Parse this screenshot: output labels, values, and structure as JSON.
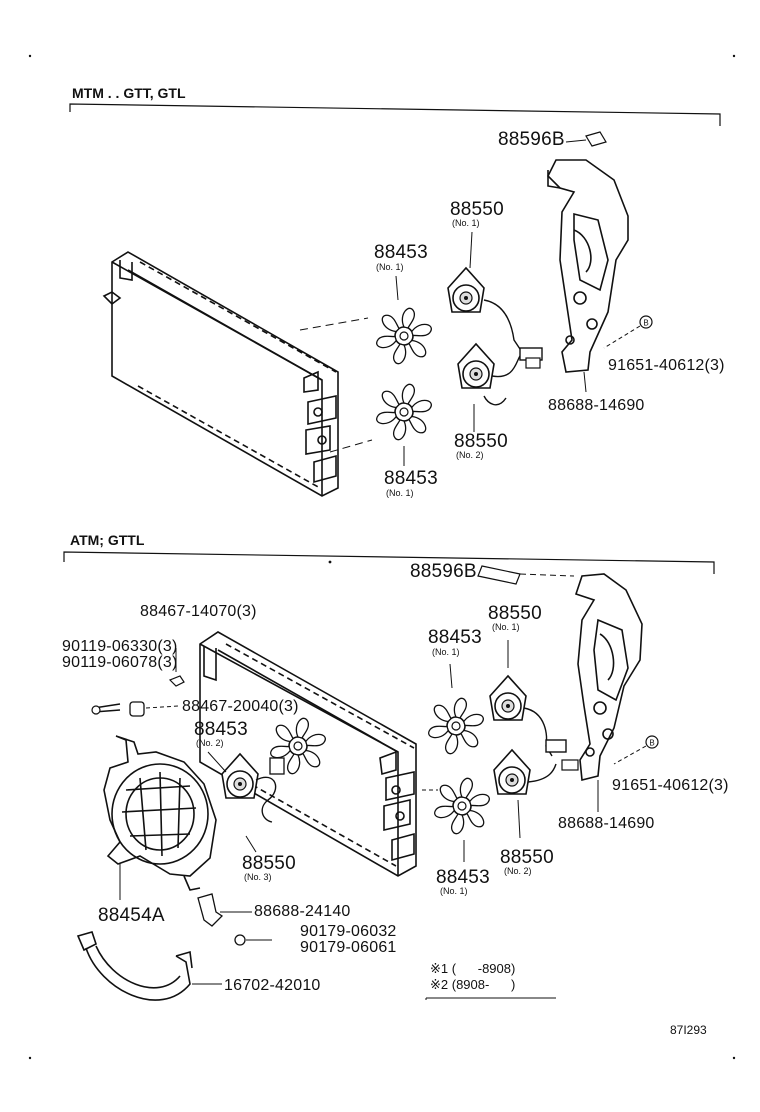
{
  "sections": {
    "top": {
      "header": "MTM . . GTT, GTL",
      "labels": {
        "p88596b": "88596B",
        "p88550_a": "88550",
        "p88550_a_sub": "(No. 1)",
        "p88453_a": "88453",
        "p88453_a_sub": "(No. 1)",
        "p91651": "91651-40612(3)",
        "p88688": "88688-14690",
        "p88550_b": "88550",
        "p88550_b_sub": "(No. 2)",
        "p88453_b": "88453",
        "p88453_b_sub": "(No. 1)"
      }
    },
    "bottom": {
      "header": "ATM; GTTL",
      "labels": {
        "p88596b": "88596B",
        "p88550_a": "88550",
        "p88550_a_sub": "(No. 1)",
        "p88467_14070": "88467-14070(3)",
        "p90119_06330": "90119-06330(3)",
        "p90119_06078": "90119-06078(3)",
        "p88453_a": "88453",
        "p88453_a_sub": "(No. 1)",
        "p88467_20040": "88467-20040(3)",
        "p88453_c": "88453",
        "p88453_c_sub": "(No. 2)",
        "p91651": "91651-40612(3)",
        "p88688_14690": "88688-14690",
        "p88550_c": "88550",
        "p88550_c_sub": "(No. 3)",
        "p88550_b": "88550",
        "p88550_b_sub": "(No. 2)",
        "p88453_b": "88453",
        "p88453_b_sub": "(No. 1)",
        "p88454a": "88454A",
        "p88688_24140": "88688-24140",
        "p90179_06032": "90179-06032",
        "p90179_06061": "90179-06061",
        "p16702": "16702-42010",
        "note1": "※1 (      -8908)",
        "note2": "※2 (8908-      )"
      }
    }
  },
  "illustration_code": "87I293"
}
